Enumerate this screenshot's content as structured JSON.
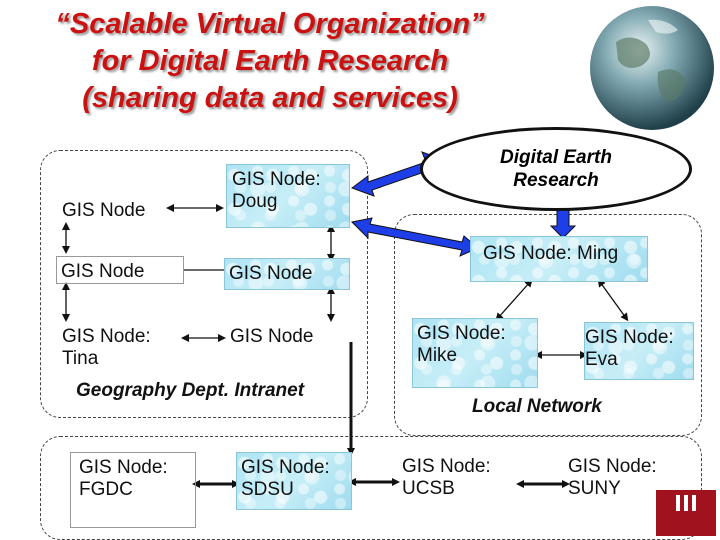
{
  "title": {
    "line1": "“Scalable Virtual Organization”",
    "line2": "for Digital Earth Research",
    "line3": "(sharing data and services)"
  },
  "digital_earth": {
    "line1": "Digital Earth",
    "line2": "Research"
  },
  "geography_intranet": {
    "label": "Geography Dept. Intranet",
    "nodes": {
      "gis1": "GIS Node",
      "doug": "GIS Node: Doug",
      "gis2": "GIS Node",
      "gis3": "GIS Node",
      "tina": "GIS Node: Tina",
      "gis4": "GIS Node"
    }
  },
  "local_network": {
    "label": "Local Network",
    "nodes": {
      "ming": "GIS Node: Ming",
      "mike": "GIS Node: Mike",
      "eva": "GIS Node: Eva"
    }
  },
  "wide_network": {
    "nodes": {
      "fgdc": "GIS Node: FGDC",
      "sdsu": "GIS Node: SDSU",
      "ucsb": "GIS Node: UCSB",
      "suny": "GIS Node: SUNY"
    }
  },
  "colors": {
    "title": "#cc1111",
    "node_fill": "#aee4f4",
    "arrow_blue": "#1e3ee8"
  },
  "icons": [
    "globe-icon",
    "university-logo-icon"
  ]
}
